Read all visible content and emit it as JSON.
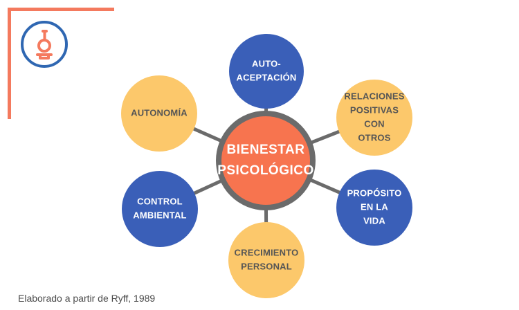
{
  "colors": {
    "accent": "#f47a5e",
    "blue": "#3a5fb8",
    "yellow": "#fcc86b",
    "orange": "#f7744f",
    "center_ring": "#6b6b6b",
    "connector": "#6b6b6b",
    "blue_text": "#ffffff",
    "yellow_text": "#555555",
    "center_text": "#ffffff",
    "logo_ring": "#2f67b2"
  },
  "logo": {
    "icon": "microscope-icon"
  },
  "diagram": {
    "center": {
      "lines": [
        "BIENESTAR",
        "PSICOLÓGICO"
      ]
    },
    "nodes": {
      "auto_aceptacion": {
        "lines": [
          "AUTO-",
          "ACEPTACIÓN"
        ]
      },
      "relaciones_positivas": {
        "lines": [
          "RELACIONES",
          "POSITIVAS",
          "CON",
          "OTROS"
        ]
      },
      "proposito_vida": {
        "lines": [
          "PROPÓSITO",
          "EN LA",
          "VIDA"
        ]
      },
      "crecimiento_personal": {
        "lines": [
          "CRECIMIENTO",
          "PERSONAL"
        ]
      },
      "control_ambiental": {
        "lines": [
          "CONTROL",
          "AMBIENTAL"
        ]
      },
      "autonomia": {
        "lines": [
          "AUTONOMÍA"
        ]
      }
    }
  },
  "caption": "Elaborado a partir de Ryff, 1989"
}
